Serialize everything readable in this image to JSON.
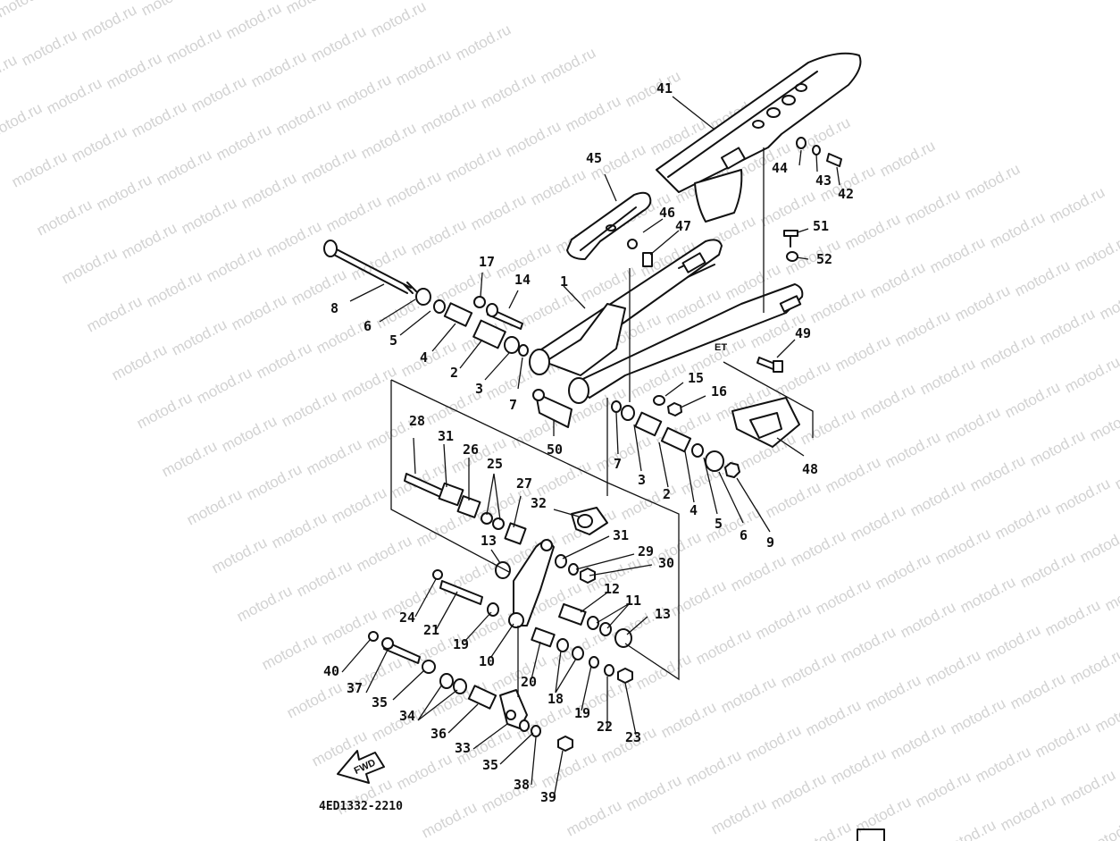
{
  "watermark": "motod.ru",
  "diagram_code": "4ED1332-2210",
  "fwd_label": "FWD",
  "colors": {
    "ink": "#111111",
    "watermark": "#d2d2d2",
    "background": "#ffffff"
  },
  "callouts": [
    "41",
    "44",
    "43",
    "42",
    "45",
    "46",
    "47",
    "51",
    "52",
    "17",
    "14",
    "1",
    "8",
    "6",
    "5",
    "4",
    "2",
    "3",
    "7",
    "49",
    "15",
    "16",
    "28",
    "31",
    "26",
    "25",
    "27",
    "50",
    "7",
    "3",
    "2",
    "4",
    "5",
    "6",
    "9",
    "48",
    "32",
    "31",
    "29",
    "30",
    "13",
    "12",
    "11",
    "13",
    "24",
    "21",
    "19",
    "10",
    "40",
    "37",
    "35",
    "34",
    "36",
    "20",
    "18",
    "19",
    "22",
    "23",
    "33",
    "35",
    "38",
    "39"
  ]
}
